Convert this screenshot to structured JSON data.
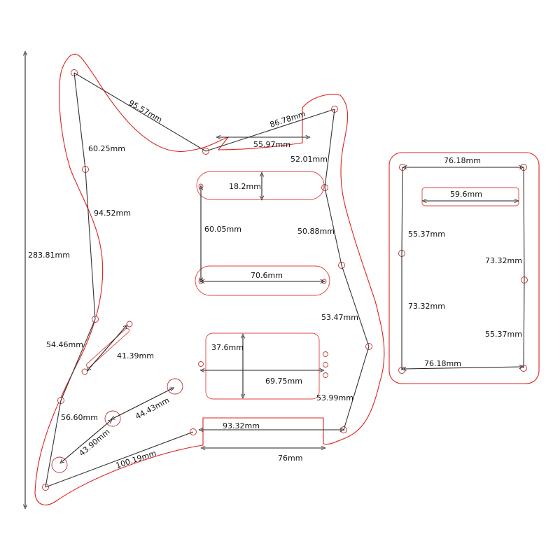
{
  "colors": {
    "outline": "#e02020",
    "dimension_line": "#333333",
    "label": "#111111",
    "background": "#ffffff"
  },
  "pickguard": {
    "height_label": "283.81mm",
    "dims": {
      "d_95_57": "95.57mm",
      "d_86_78": "86.78mm",
      "d_55_97": "55.97mm",
      "d_60_25": "60.25mm",
      "d_52_01": "52.01mm",
      "d_18_2": "18.2mm",
      "d_94_52": "94.52mm",
      "d_60_05": "60.05mm",
      "d_50_88": "50.88mm",
      "d_70_6": "70.6mm",
      "d_53_47": "53.47mm",
      "d_54_46": "54.46mm",
      "d_41_39": "41.39mm",
      "d_37_6": "37.6mm",
      "d_69_75": "69.75mm",
      "d_53_99": "53.99mm",
      "d_56_60": "56.60mm",
      "d_44_43": "44.43mm",
      "d_93_32": "93.32mm",
      "d_43_90": "43.90mm",
      "d_76": "76mm",
      "d_100_19": "100.19mm"
    }
  },
  "back_plate": {
    "dims": {
      "top_width": "76.18mm",
      "slot_width": "59.6mm",
      "left_upper": "55.37mm",
      "right_upper": "73.32mm",
      "left_lower": "73.32mm",
      "right_lower": "55.37mm",
      "bottom_width": "76.18mm"
    }
  }
}
